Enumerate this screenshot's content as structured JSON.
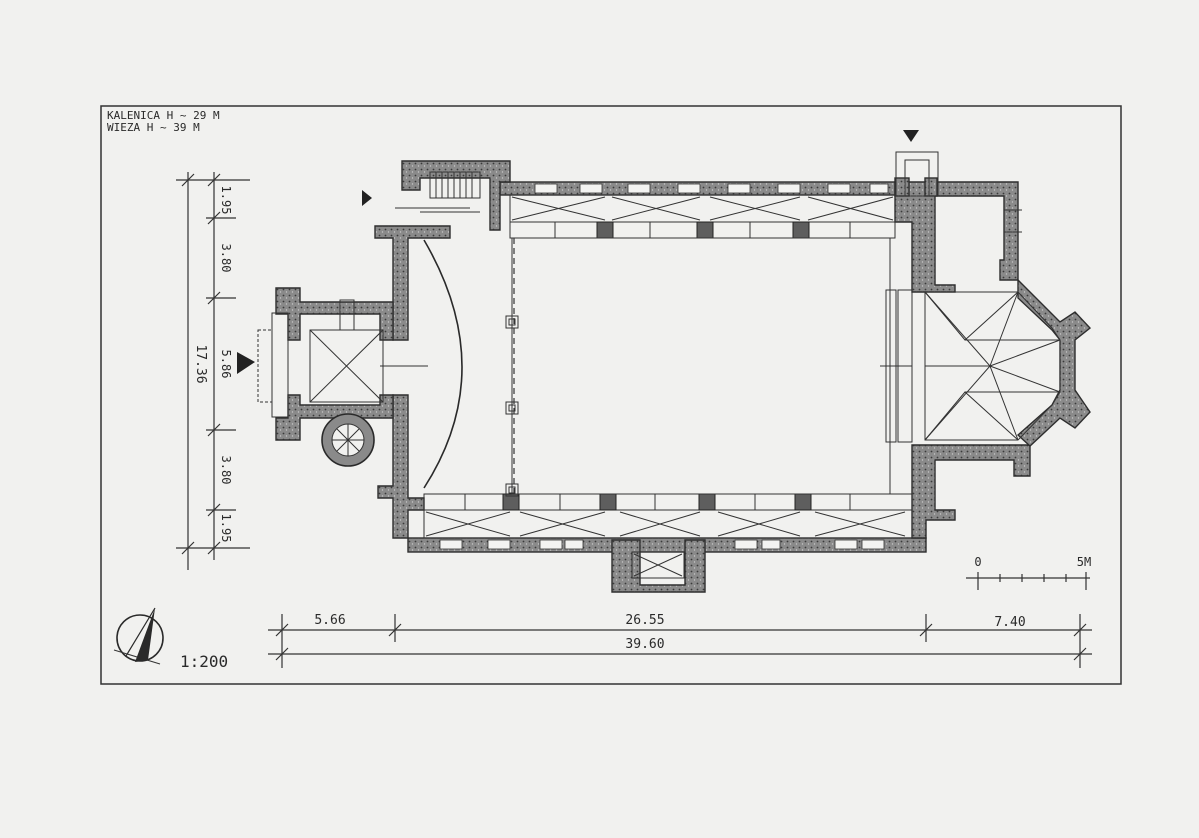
{
  "notes": {
    "ridge": "KALENICA  H ~ 29 M",
    "tower": "WIEZA  H ~ 39 M"
  },
  "scale": {
    "ratio": "1:200",
    "bar_start": "0",
    "bar_end": "5M"
  },
  "dims_horizontal": {
    "west": "5.66",
    "nave": "26.55",
    "east": "7.40",
    "total": "39.60"
  },
  "dims_vertical": {
    "total": "17.36",
    "seg_1": "1.95",
    "seg_2": "3.80",
    "seg_3": "5.86",
    "seg_4": "3.80",
    "seg_5": "1.95"
  },
  "colors": {
    "paper": "#f1f1ef",
    "ink": "#2a2a2a",
    "poche": "#7b7b7b"
  },
  "icons": [
    "north-arrow-icon",
    "entrance-marker-icon"
  ]
}
